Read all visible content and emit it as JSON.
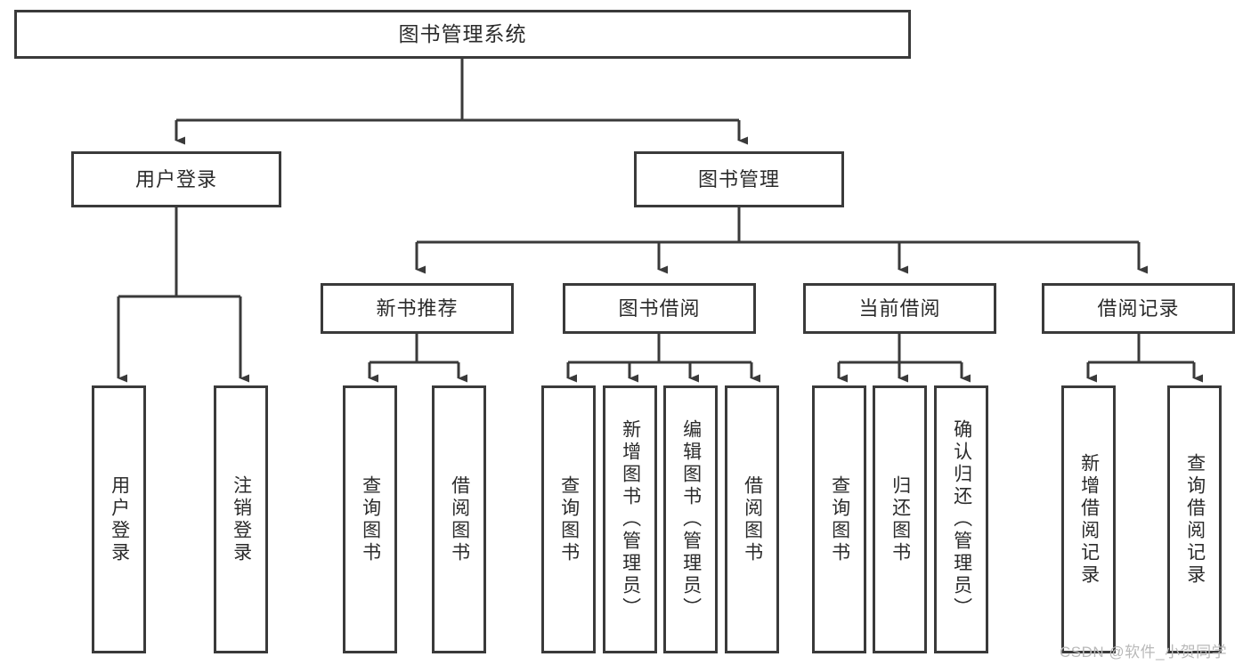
{
  "diagram": {
    "title": "图书管理系统",
    "type": "tree",
    "watermark": "CSDN @软件_小贺同学",
    "colors": {
      "stroke": "#3a3a3a",
      "text": "#2b2b2b",
      "background": "#ffffff",
      "watermark": "#b9b9b9"
    },
    "nodes": {
      "root": {
        "label": "图书管理系统"
      },
      "level2": [
        {
          "label": "用户登录"
        },
        {
          "label": "图书管理"
        }
      ],
      "level3": [
        {
          "label": "新书推荐"
        },
        {
          "label": "图书借阅"
        },
        {
          "label": "当前借阅"
        },
        {
          "label": "借阅记录"
        }
      ],
      "leaves": {
        "user_login": [
          {
            "label": "用户登录"
          },
          {
            "label": "注销登录"
          }
        ],
        "new_book_recommend": [
          {
            "label": "查询图书"
          },
          {
            "label": "借阅图书"
          }
        ],
        "book_borrow": [
          {
            "label": "查询图书"
          },
          {
            "label": "新增图书（管理员）"
          },
          {
            "label": "编辑图书（管理员）"
          },
          {
            "label": "借阅图书"
          }
        ],
        "current_borrow": [
          {
            "label": "查询图书"
          },
          {
            "label": "归还图书"
          },
          {
            "label": "确认归还（管理员）"
          }
        ],
        "borrow_record": [
          {
            "label": "新增借阅记录"
          },
          {
            "label": "查询借阅记录"
          }
        ]
      }
    }
  }
}
